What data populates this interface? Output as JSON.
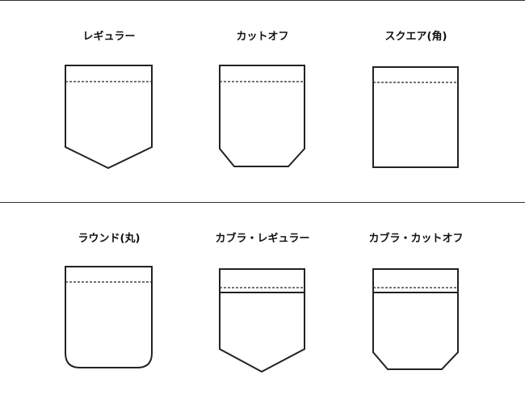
{
  "pockets": [
    {
      "label": "レギュラー"
    },
    {
      "label": "カットオフ"
    },
    {
      "label": "スクエア(角)"
    },
    {
      "label": "ラウンド(丸)"
    },
    {
      "label": "カブラ・レギュラー"
    },
    {
      "label": "カブラ・カットオフ"
    }
  ]
}
